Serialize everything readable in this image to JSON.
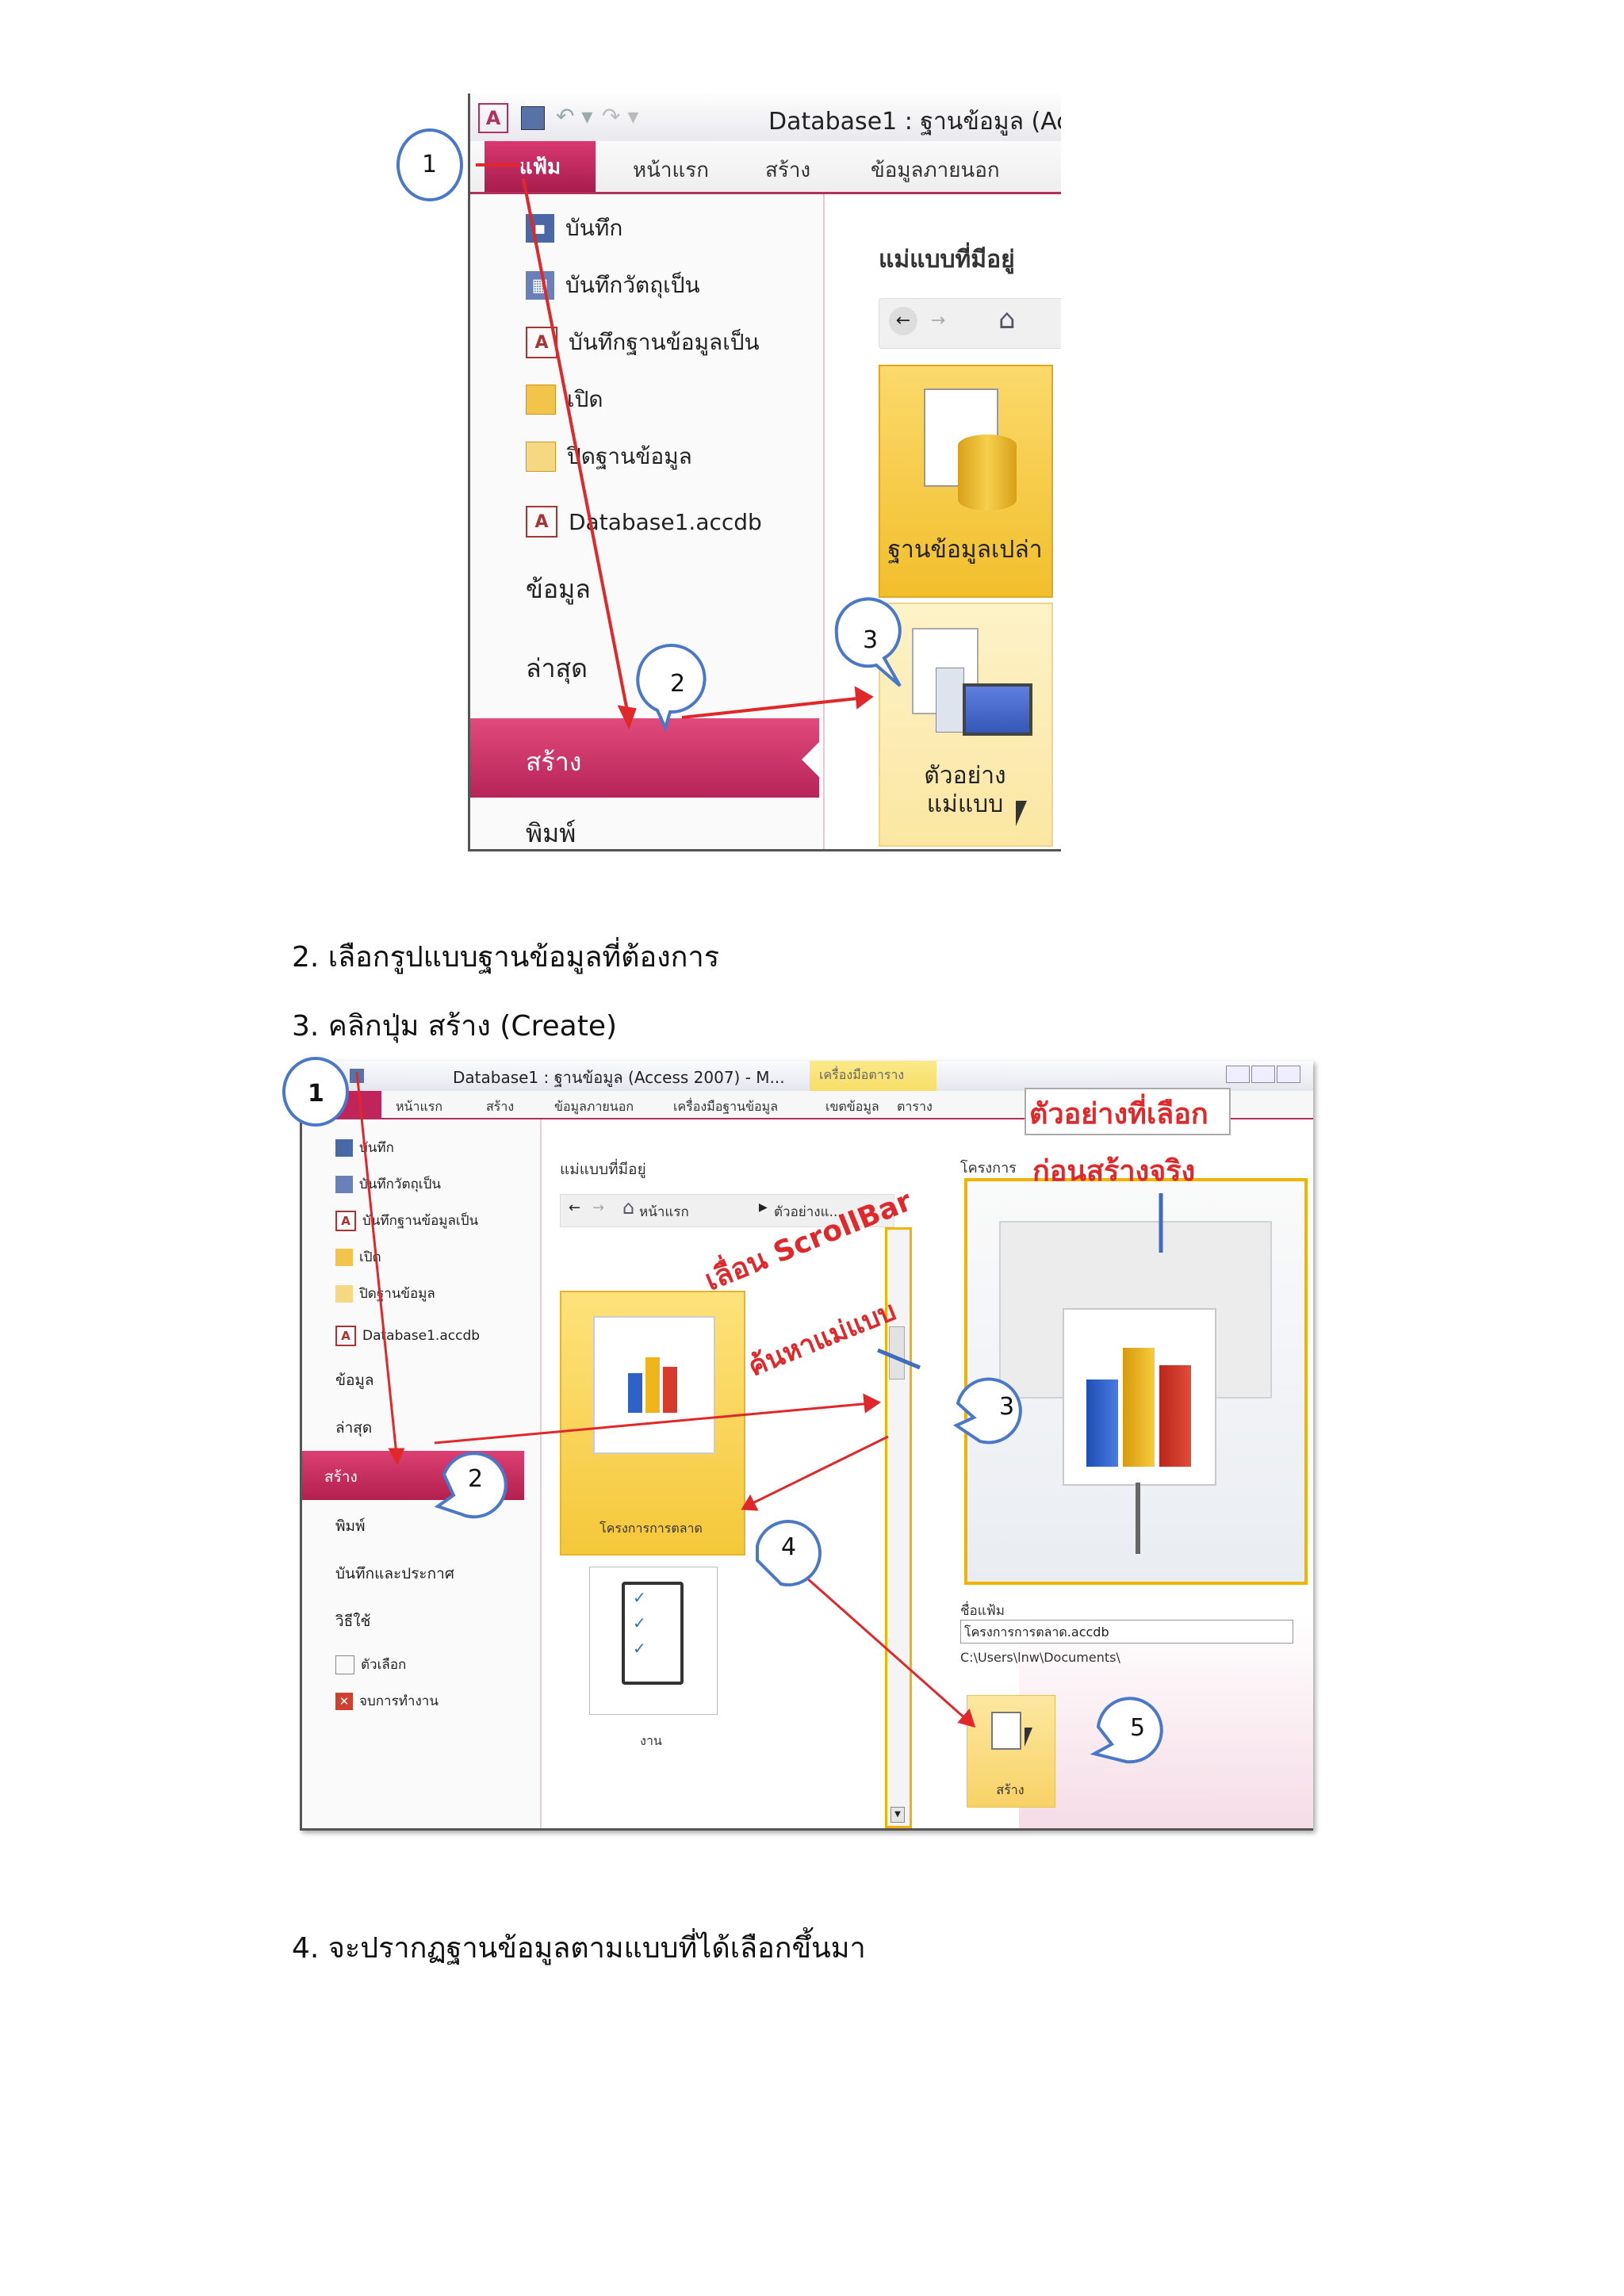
{
  "steps": {
    "step2": "2. เลือกรูปแบบฐานข้อมูลที่ต้องการ",
    "step3": "3. คลิกปุ่ม สร้าง (Create)",
    "step4": "4. จะปรากฏฐานข้อมูลตามแบบที่ได้เลือกขึ้นมา"
  },
  "shot1": {
    "app_icon": "A",
    "title": "Database1 : ฐานข้อมูล (Ac",
    "tabs": {
      "file": "แฟ้ม",
      "home": "หน้าแรก",
      "create": "สร้าง",
      "external": "ข้อมูลภายนอก"
    },
    "menu": [
      {
        "label": "บันทึก",
        "icon": "save-icon"
      },
      {
        "label": "บันทึกวัตถุเป็น",
        "icon": "save-object-as-icon"
      },
      {
        "label": "บันทึกฐานข้อมูลเป็น",
        "icon": "save-database-as-icon"
      },
      {
        "label": "เปิด",
        "icon": "open-folder-icon"
      },
      {
        "label": "ปิดฐานข้อมูล",
        "icon": "close-database-icon"
      },
      {
        "label": "Database1.accdb",
        "icon": "access-file-icon"
      }
    ],
    "sections": {
      "info": "ข้อมูล",
      "recent": "ล่าสุด",
      "new": "สร้าง",
      "print": "พิมพ์"
    },
    "templates_heading": "แม่แบบที่มีอยู่",
    "tile_blank": "ฐานข้อมูลเปล่า",
    "tile_sample_line1": "ตัวอย่าง",
    "tile_sample_line2": "แม่แบบ",
    "callouts": [
      "1",
      "2",
      "3"
    ]
  },
  "shot2": {
    "title": "Database1 : ฐานข้อมูล (Access 2007) - M...",
    "tool_tab": "เครื่องมือตาราง",
    "tabs": [
      "หน้าแรก",
      "สร้าง",
      "ข้อมูลภายนอก",
      "เครื่องมือฐานข้อมูล",
      "เขตข้อมูล",
      "ตาราง"
    ],
    "menu": [
      {
        "label": "บันทึก",
        "icon": "save-icon"
      },
      {
        "label": "บันทึกวัตถุเป็น",
        "icon": "save-object-as-icon"
      },
      {
        "label": "บันทึกฐานข้อมูลเป็น",
        "icon": "save-database-as-icon"
      },
      {
        "label": "เปิด",
        "icon": "open-folder-icon"
      },
      {
        "label": "ปิดฐานข้อมูล",
        "icon": "close-database-icon"
      },
      {
        "label": "Database1.accdb",
        "icon": "access-file-icon"
      }
    ],
    "sections": {
      "info": "ข้อมูล",
      "recent": "ล่าสุด",
      "new": "สร้าง",
      "print": "พิมพ์",
      "save_publish": "บันทึกและประกาศ",
      "help": "วิธีใช้",
      "options": "ตัวเลือก",
      "exit": "จบการทำงาน"
    },
    "templates_heading": "แม่แบบที่มีอยู่",
    "breadcrumb_home": "หน้าแรก",
    "breadcrumb_current": "ตัวอย่างแ...",
    "tile_marketing": "โครงการการตลาด",
    "tile_task": "งาน",
    "right_heading": "โครงการ",
    "filename_label": "ชื่อแฟ้ม",
    "filename_value": "โครงการการตลาด.accdb",
    "path": "C:\\Users\\lnw\\Documents\\",
    "create_button": "สร้าง",
    "annotation_scroll_1": "เลื่อน ScrollBar",
    "annotation_scroll_2": "ค้นหาแม่แบบ",
    "annotation_preview_1": "ตัวอย่างที่เลือก",
    "annotation_preview_2": "ก่อนสร้างจริง",
    "callouts": [
      "1",
      "2",
      "3",
      "4",
      "5"
    ]
  },
  "colors": {
    "accent": "#c0245a",
    "highlight": "#f5c83a",
    "annotation": "#e0282a",
    "callout_border": "#4a78c8"
  }
}
